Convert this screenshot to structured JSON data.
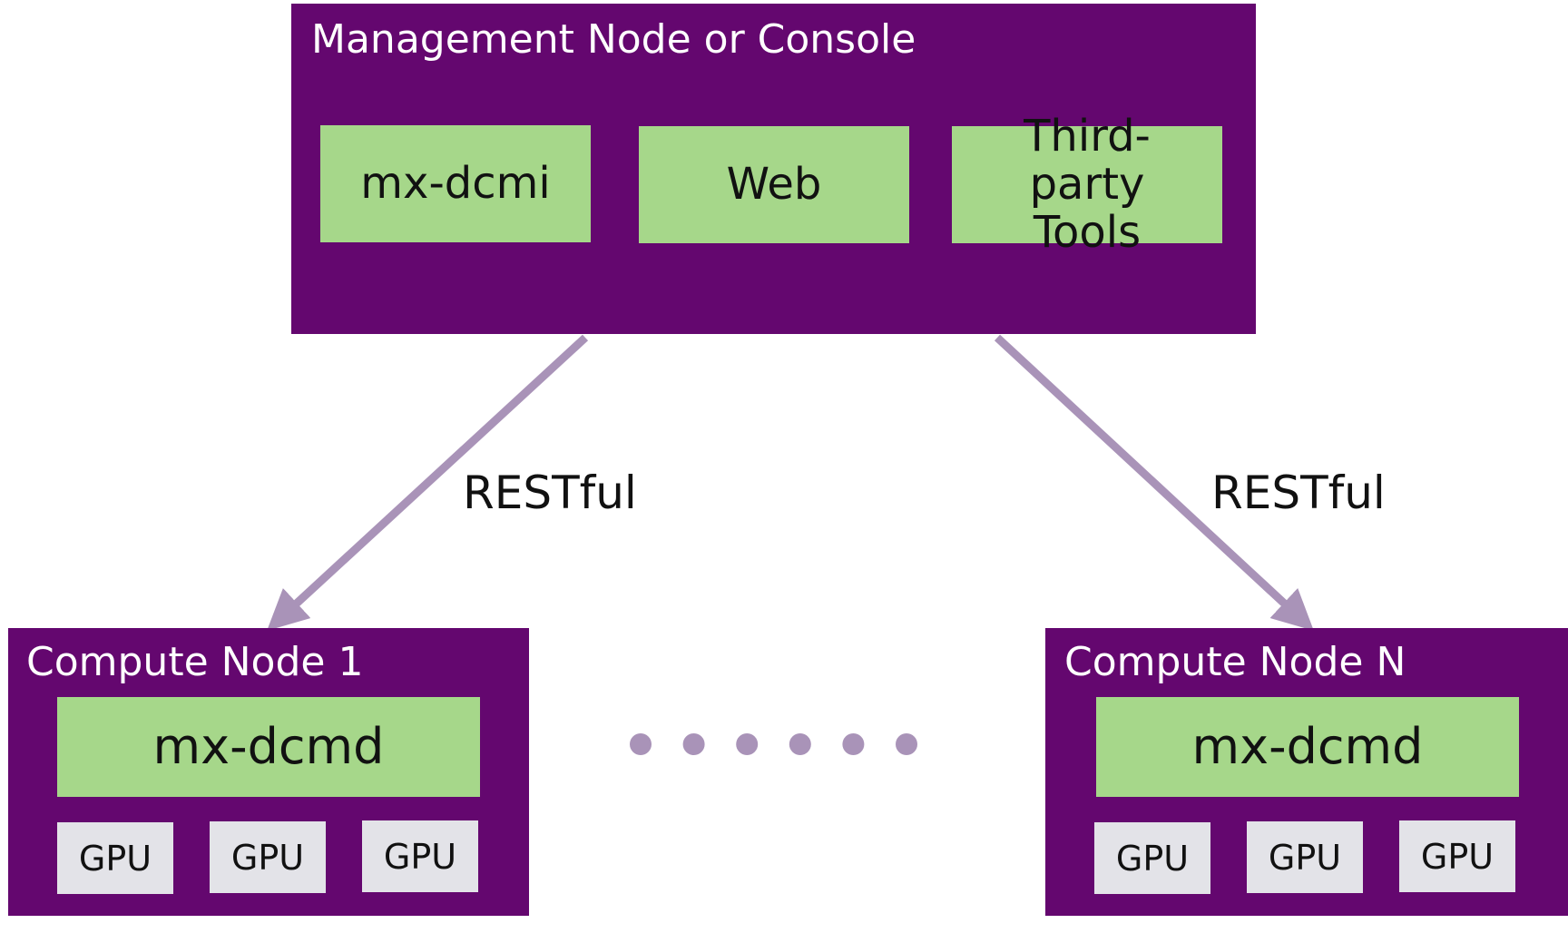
{
  "colors": {
    "node_bg": "#64076f",
    "component_bg": "#a6d78a",
    "gpu_bg": "#e3e3e8",
    "connector": "#a993b8"
  },
  "management": {
    "title": "Management Node or Console",
    "components": [
      "mx-dcmi",
      "Web",
      "Third-party Tools"
    ]
  },
  "connections": [
    {
      "label": "RESTful"
    },
    {
      "label": "RESTful"
    }
  ],
  "compute_nodes": [
    {
      "title": "Compute Node 1",
      "daemon": "mx-dcmd",
      "gpus": [
        "GPU",
        "GPU",
        "GPU"
      ]
    },
    {
      "title": "Compute Node N",
      "daemon": "mx-dcmd",
      "gpus": [
        "GPU",
        "GPU",
        "GPU"
      ]
    }
  ],
  "ellipsis_dot_count": 6
}
